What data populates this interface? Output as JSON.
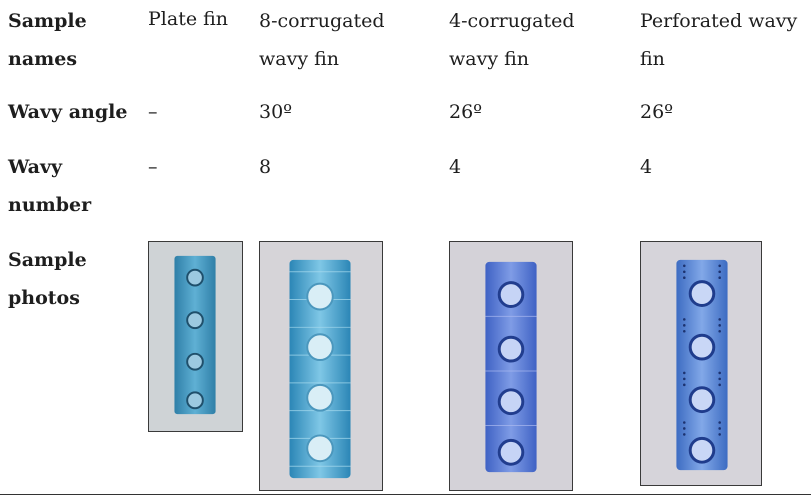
{
  "table": {
    "row_headers": {
      "sample_names": "Sample names",
      "wavy_angle": "Wavy angle",
      "wavy_number": "Wavy number",
      "sample_photos": "Sample photos"
    },
    "columns": [
      {
        "name": "Plate fin",
        "angle": "–",
        "number": "–",
        "photo_icon": "plate-fin-photo"
      },
      {
        "name": "8-corrugated wavy fin",
        "angle": "30º",
        "number": "8",
        "photo_icon": "8-corrugated-fin-photo"
      },
      {
        "name": "4-corrugated wavy fin",
        "angle": "26º",
        "number": "4",
        "photo_icon": "4-corrugated-fin-photo"
      },
      {
        "name": "Perforated wavy fin",
        "angle": "26º",
        "number": "4",
        "photo_icon": "perforated-fin-photo"
      }
    ]
  },
  "colors": {
    "text": "#1e1e1e",
    "photo_background": "#d2d0d6",
    "fin_blue": "#4a8fc8",
    "fin_violet": "#5f7fd9"
  }
}
